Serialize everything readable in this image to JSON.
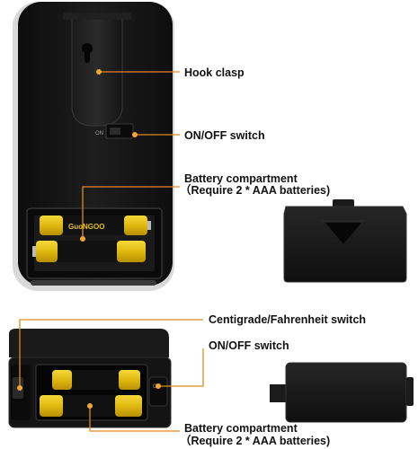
{
  "labels": {
    "hook_clasp": "Hook clasp",
    "onoff_top": "ON/OFF switch",
    "battery_top_title": "Battery compartment",
    "battery_top_note": "（Require 2 * AAA batteries)",
    "centigrade_switch": "Centigrade/Fahrenheit switch",
    "onoff_bottom": "ON/OFF switch",
    "battery_bottom_title": "Battery compartment",
    "battery_bottom_note": "（Require 2 * AAA batteries)"
  },
  "device_text": {
    "switch_on_top": "ON",
    "battery_brand": "GuoNGOO",
    "side_switch_bottom": "ON"
  },
  "colors": {
    "device_body": "#161616",
    "device_edge": "#2a2a2a",
    "leader_line": "#e08a1e",
    "leader_dot": "#f4a532",
    "battery_gold": "#e7c21a",
    "battery_black": "#111111",
    "silver_rim": "#d9d9d9"
  },
  "icons": [
    "hook-hole-icon",
    "arrow-down-icon",
    "battery-icon"
  ]
}
